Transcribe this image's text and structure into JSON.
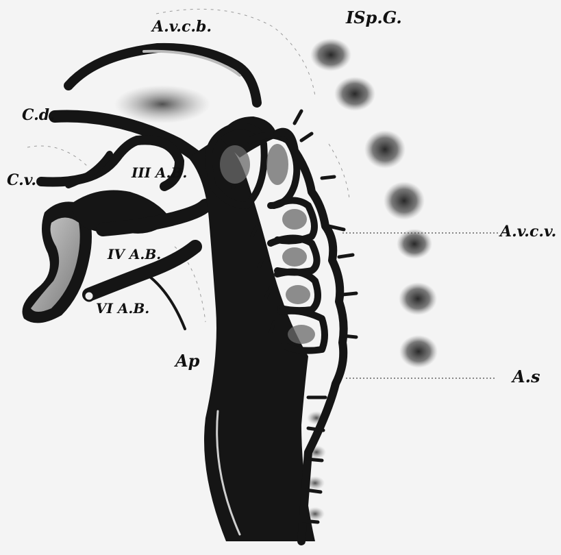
{
  "labels": {
    "avcb": "A.v.c.b.",
    "ispg": "ISp.G.",
    "cd": "C.d.",
    "cv": "C.v.",
    "iiiab": "III A.B.",
    "ivab": "IV A.B.",
    "viab": "VI A.B.",
    "ap": "Ap",
    "avcv": "A.v.c.v.",
    "as": "A.s"
  },
  "colors": {
    "paper": "#f4f4f4",
    "vessel": "#151515",
    "ganglion": "#3a3a3a",
    "leader": "#444444"
  }
}
